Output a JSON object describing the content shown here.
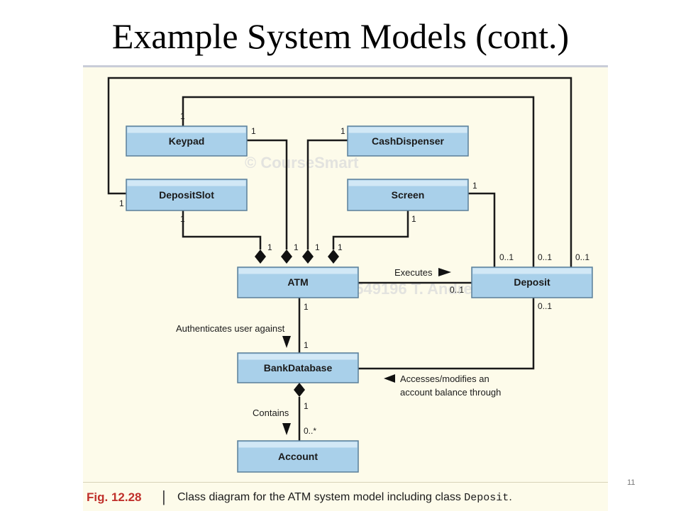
{
  "slide": {
    "title": "Example System Models (cont.)",
    "page_number": "11"
  },
  "diagram": {
    "classes": {
      "keypad": "Keypad",
      "cash_dispenser": "CashDispenser",
      "deposit_slot": "DepositSlot",
      "screen": "Screen",
      "atm": "ATM",
      "deposit": "Deposit",
      "bank_database": "BankDatabase",
      "account": "Account"
    },
    "multiplicities": {
      "one": "1",
      "zero_or_one": "0..1",
      "zero_or_more": "0..*"
    },
    "associations": {
      "executes": "Executes",
      "authenticates": "Authenticates user against",
      "accesses_line1": "Accesses/modifies an",
      "accesses_line2": "account balance through",
      "contains": "Contains"
    },
    "watermarks": {
      "coursesmart": "© CourseSmart",
      "owner": "1549196 T. Andrew Yang"
    }
  },
  "caption": {
    "fig_label": "Fig. 12.28",
    "separator": "|",
    "text": "Class diagram for the ATM system model including class ",
    "code": "Deposit",
    "end": "."
  }
}
